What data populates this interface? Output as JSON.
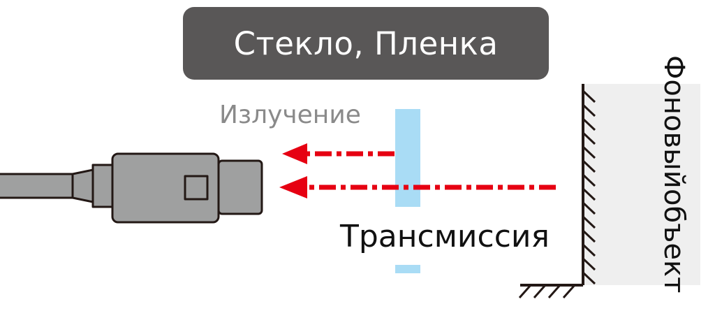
{
  "title": "Стекло, Пленка",
  "labels": {
    "emission": "Излучение",
    "transmission": "Трансмиссия",
    "background_line1": "Фоновый",
    "background_line2": "объект"
  },
  "colors": {
    "title_box": "#595757",
    "title_text": "#ffffff",
    "emission_text": "#8a8a8a",
    "beam": "#e60012",
    "glass": "#a9dcf5",
    "sensor_body": "#9fa0a0",
    "wall_fill": "#efefef",
    "outline": "#231815"
  },
  "icons": {
    "sensor": "photoelectric-sensor-icon",
    "glass": "glass-film-icon",
    "wall": "background-wall-icon",
    "arrow": "arrow-left-icon"
  }
}
